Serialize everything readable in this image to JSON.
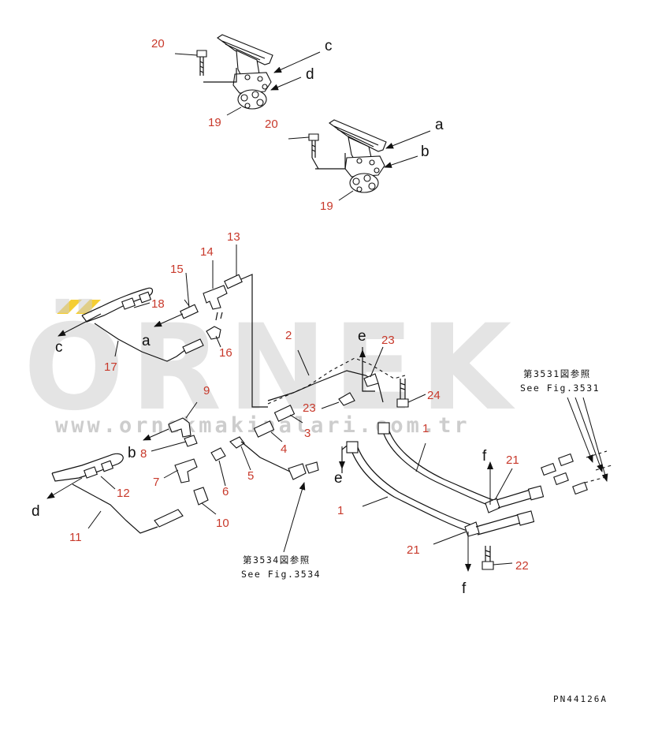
{
  "watermark": {
    "brand": "ÖRNEK",
    "site": "www.ornekmakinalari.com.tr"
  },
  "parts": {
    "p1a": "1",
    "p1b": "1",
    "p2": "2",
    "p3": "3",
    "p4": "4",
    "p5": "5",
    "p6": "6",
    "p7": "7",
    "p8": "8",
    "p9": "9",
    "p10": "10",
    "p11": "11",
    "p12": "12",
    "p13": "13",
    "p14": "14",
    "p15": "15",
    "p16": "16",
    "p17": "17",
    "p18": "18",
    "p19a": "19",
    "p19b": "19",
    "p20a": "20",
    "p20b": "20",
    "p21a": "21",
    "p21b": "21",
    "p22": "22",
    "p23a": "23",
    "p23b": "23",
    "p24": "24"
  },
  "letters": {
    "a1": "a",
    "a2": "a",
    "b1": "b",
    "b2": "b",
    "c1": "c",
    "c2": "c",
    "d1": "d",
    "d2": "d",
    "e1": "e",
    "e2": "e",
    "f1": "f",
    "f2": "f"
  },
  "notes": {
    "fig3531_jp": "第3531図参照",
    "fig3531_en": "See Fig.3531",
    "fig3534_jp": "第3534図参照",
    "fig3534_en": "See Fig.3534"
  },
  "drawing_code": "PN44126A",
  "colors": {
    "part_number": "#c8392b",
    "line": "#111111",
    "watermark": "#cfcfcf",
    "watermark_accent": "#f2c200"
  }
}
